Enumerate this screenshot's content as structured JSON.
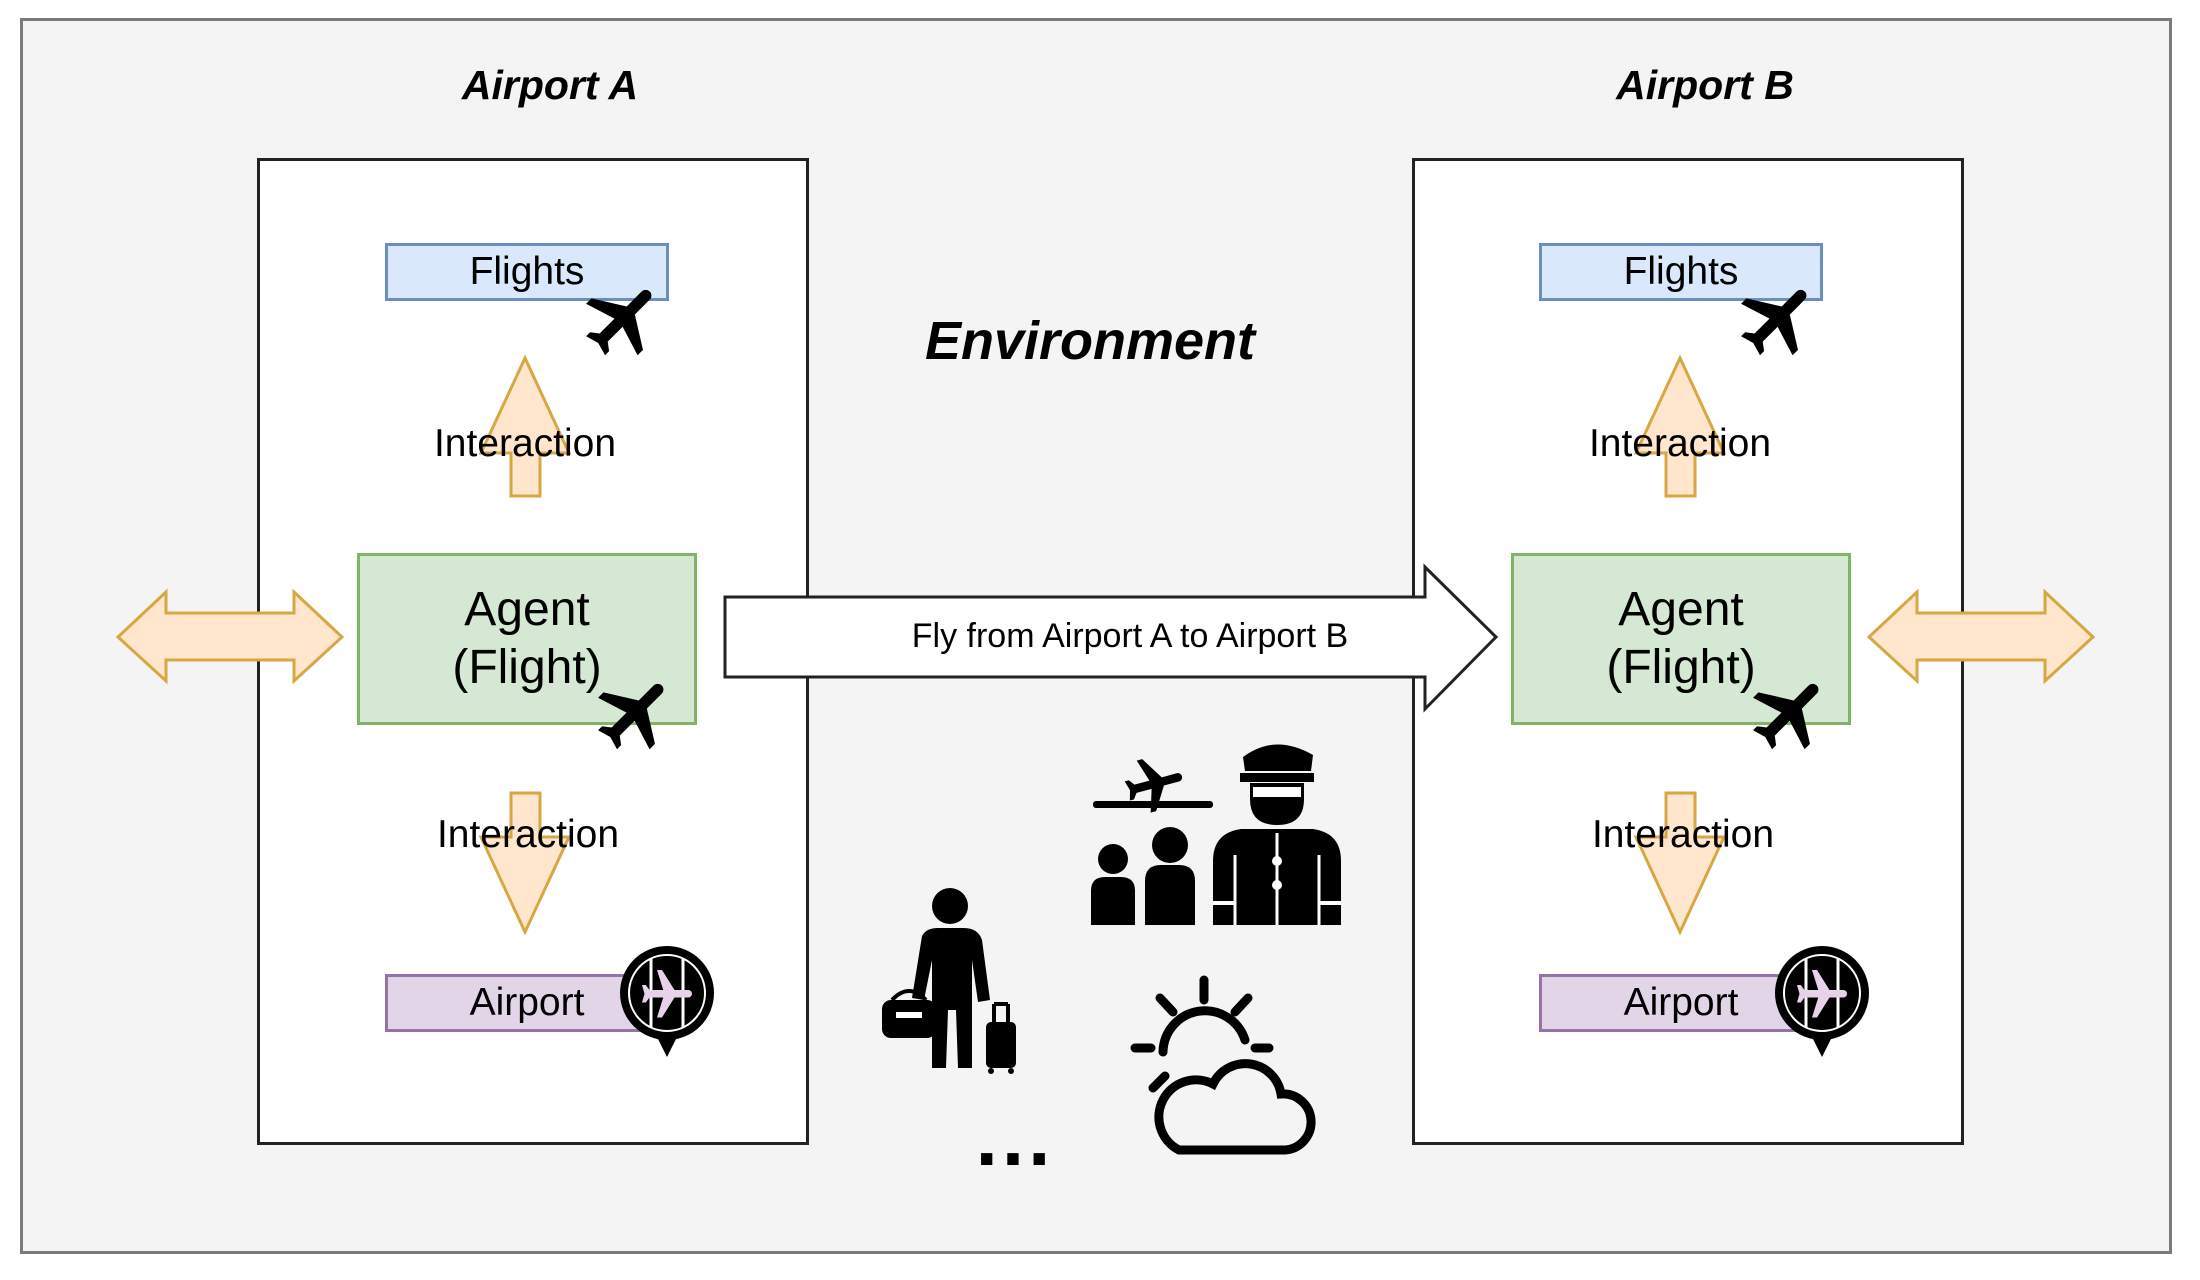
{
  "diagram": {
    "environment_label": "Environment",
    "airport_a": {
      "title": "Airport A",
      "flights_label": "Flights",
      "interaction_top_label": "Interaction",
      "agent_line1": "Agent",
      "agent_line2": "(Flight)",
      "interaction_bottom_label": "Interaction",
      "airport_label": "Airport"
    },
    "airport_b": {
      "title": "Airport B",
      "flights_label": "Flights",
      "interaction_top_label": "Interaction",
      "agent_line1": "Agent",
      "agent_line2": "(Flight)",
      "interaction_bottom_label": "Interaction",
      "airport_label": "Airport"
    },
    "transfer_arrow_label": "Fly from Airport A to Airport B",
    "ellipsis": "...",
    "icons": [
      "airplane-icon",
      "airport-pin-icon",
      "pilot-passengers-icon",
      "traveler-luggage-icon",
      "weather-icon"
    ],
    "colors": {
      "flights_fill": "#dae8fc",
      "flights_stroke": "#6c8ebf",
      "agent_fill": "#d5e8d4",
      "agent_stroke": "#82b366",
      "airport_fill": "#e1d5e7",
      "airport_stroke": "#9673a6",
      "arrow_fill": "#ffe6cc",
      "arrow_stroke": "#d6a743"
    }
  }
}
